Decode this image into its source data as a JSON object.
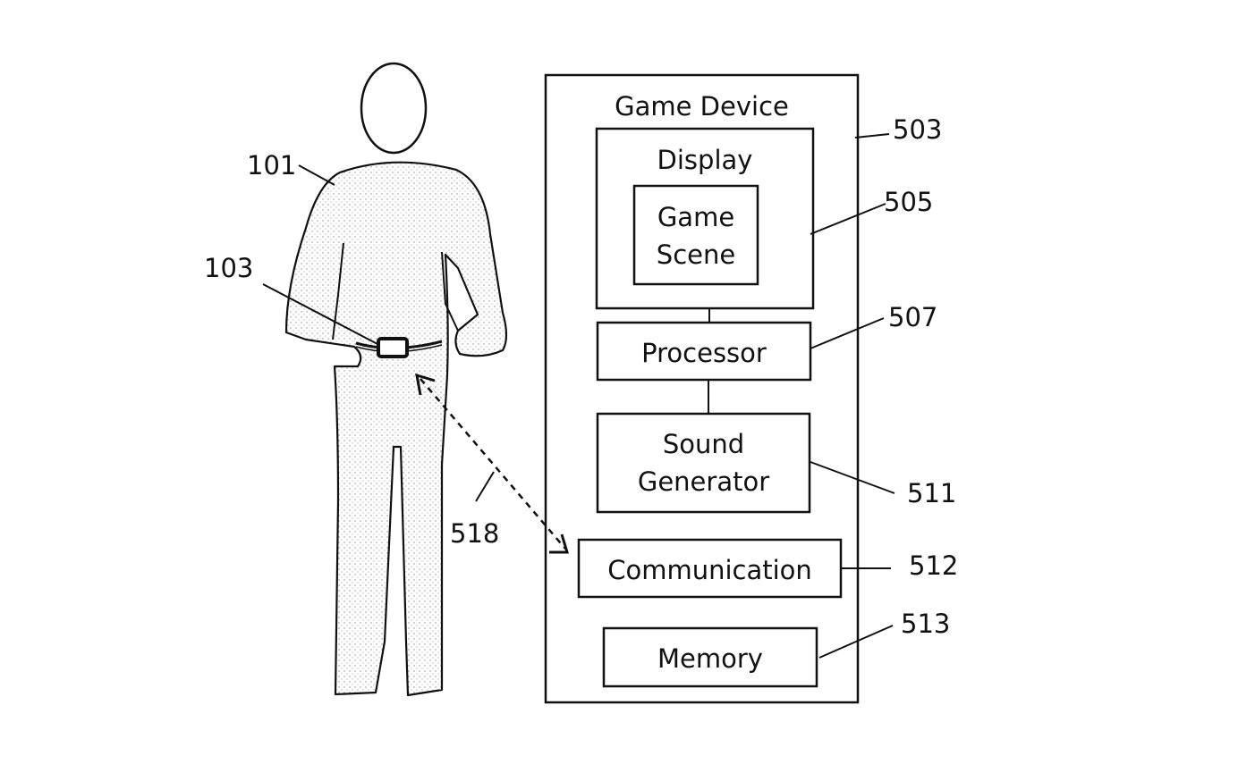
{
  "figure": {
    "device": {
      "title": "Game Device",
      "ref": "503",
      "display": {
        "label": "Display",
        "ref": "505"
      },
      "game_scene": {
        "line1": "Game",
        "line2": "Scene"
      },
      "processor": {
        "label": "Processor",
        "ref": "507"
      },
      "sound_generator": {
        "line1": "Sound",
        "line2": "Generator",
        "ref": "511"
      },
      "communication": {
        "label": "Communication",
        "ref": "512"
      },
      "memory": {
        "label": "Memory",
        "ref": "513"
      }
    },
    "person": {
      "ref": "101"
    },
    "belt_device": {
      "ref": "103"
    },
    "wireless_link": {
      "ref": "518"
    }
  }
}
